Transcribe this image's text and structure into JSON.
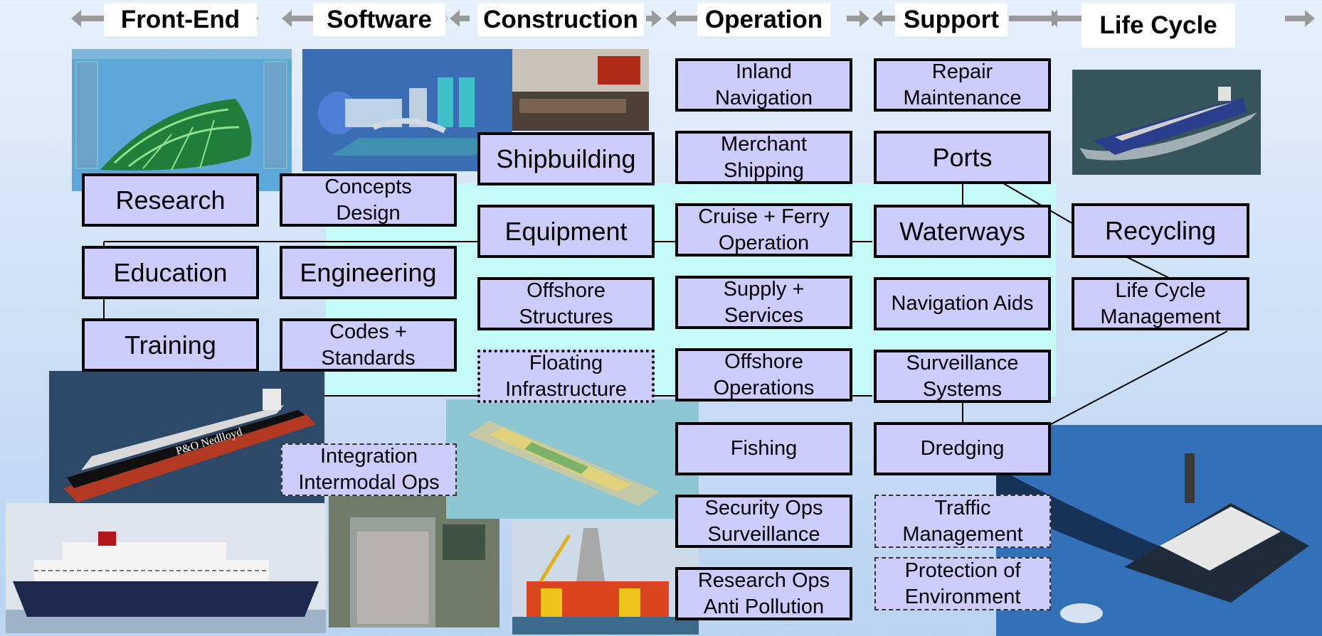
{
  "header": {
    "stages": [
      "Front-End",
      "Software",
      "Construction",
      "Operation",
      "Support",
      "Life Cycle"
    ]
  },
  "boxes": {
    "research": "Research",
    "concepts_design": [
      "Concepts",
      "Design"
    ],
    "education": "Education",
    "engineering": "Engineering",
    "training": "Training",
    "codes_standards": [
      "Codes +",
      "Standards"
    ],
    "shipbuilding": "Shipbuilding",
    "equipment": "Equipment",
    "offshore_structures": [
      "Offshore",
      "Structures"
    ],
    "floating_infrastructure": [
      "Floating",
      "Infrastructure"
    ],
    "integration": [
      "Integration",
      "Intermodal Ops"
    ],
    "inland_navigation": [
      "Inland",
      "Navigation"
    ],
    "merchant_shipping": [
      "Merchant",
      "Shipping"
    ],
    "cruise_ferry": [
      "Cruise + Ferry",
      "Operation"
    ],
    "supply_services": [
      "Supply +",
      "Services"
    ],
    "offshore_operations": [
      "Offshore",
      "Operations"
    ],
    "fishing": "Fishing",
    "security_ops": [
      "Security Ops",
      "Surveillance"
    ],
    "research_ops": [
      "Research Ops",
      "Anti Pollution"
    ],
    "repair_maintenance": [
      "Repair",
      "Maintenance"
    ],
    "ports": "Ports",
    "waterways": "Waterways",
    "navigation_aids": "Navigation Aids",
    "surveillance_systems": [
      "Surveillance",
      "Systems"
    ],
    "dredging": "Dredging",
    "traffic_management": [
      "Traffic",
      "Management"
    ],
    "protection_environment": [
      "Protection of",
      "Environment"
    ],
    "recycling": "Recycling",
    "life_cycle_management": [
      "Life Cycle",
      "Management"
    ]
  },
  "images": {
    "ship_label": "P&O Nedlloyd"
  },
  "colors": {
    "box_fill": "#ccccff",
    "shade": "#c4fbf6",
    "arrow": "#9a9a9a"
  }
}
